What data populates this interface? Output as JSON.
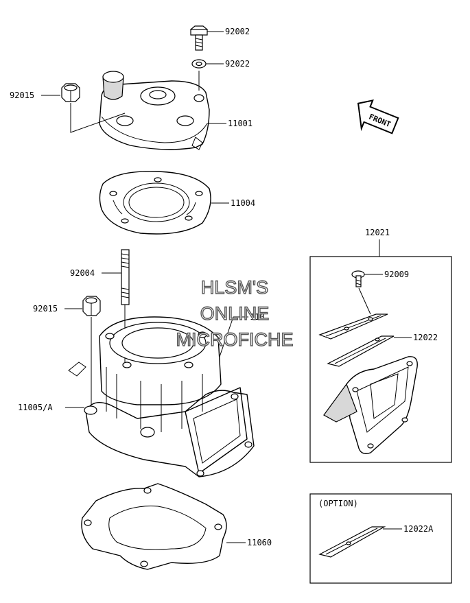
{
  "parts": {
    "p92002": "92002",
    "p92022": "92022",
    "p92015_top": "92015",
    "p11001": "11001",
    "p11004": "11004",
    "p92004": "92004",
    "p92015_mid": "92015",
    "p11005": "11005/A",
    "p11060": "11060",
    "p12021": "12021",
    "p92009": "92009",
    "p12022": "12022",
    "p12022A": "12022A",
    "p_obscured": "110"
  },
  "front_label": "FRONT",
  "option_label": "(OPTION)",
  "watermark": [
    "HLSM'S",
    "ONLINE",
    "MICROFICHE"
  ]
}
